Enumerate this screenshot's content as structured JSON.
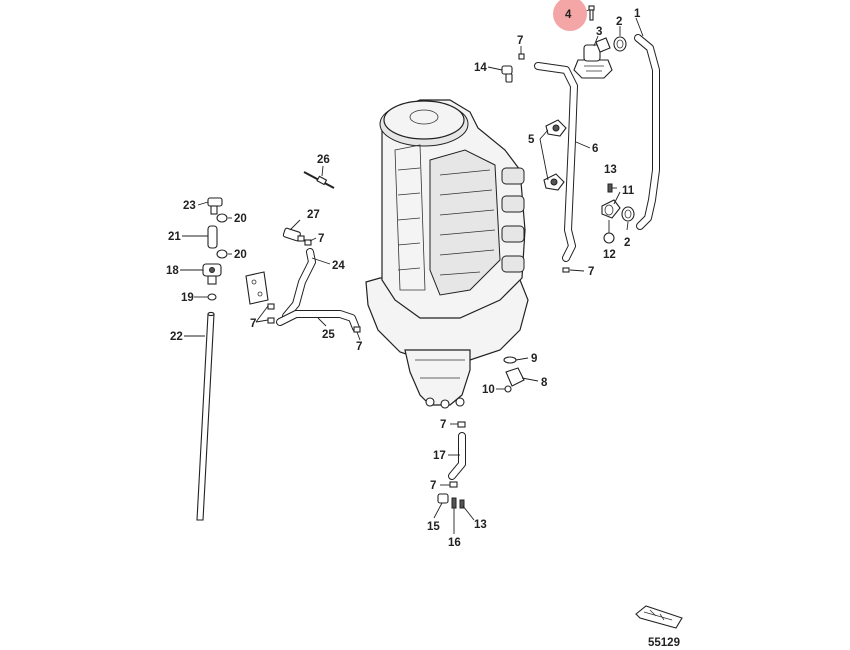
{
  "figure_id": "55129",
  "highlight_color": "#f4a5a5",
  "callouts": {
    "c1": "1",
    "c2a": "2",
    "c2b": "2",
    "c3": "3",
    "c4": "4",
    "c5": "5",
    "c6": "6",
    "c7a": "7",
    "c7b": "7",
    "c7c": "7",
    "c7d": "7",
    "c7e": "7",
    "c7f": "7",
    "c7g": "7",
    "c7h": "7",
    "c8": "8",
    "c9": "9",
    "c10": "10",
    "c11": "11",
    "c12": "12",
    "c13a": "13",
    "c13b": "13",
    "c14": "14",
    "c15": "15",
    "c16": "16",
    "c17": "17",
    "c18": "18",
    "c19": "19",
    "c20a": "20",
    "c20b": "20",
    "c21": "21",
    "c22": "22",
    "c23": "23",
    "c24": "24",
    "c25": "25",
    "c26": "26",
    "c27": "27"
  }
}
